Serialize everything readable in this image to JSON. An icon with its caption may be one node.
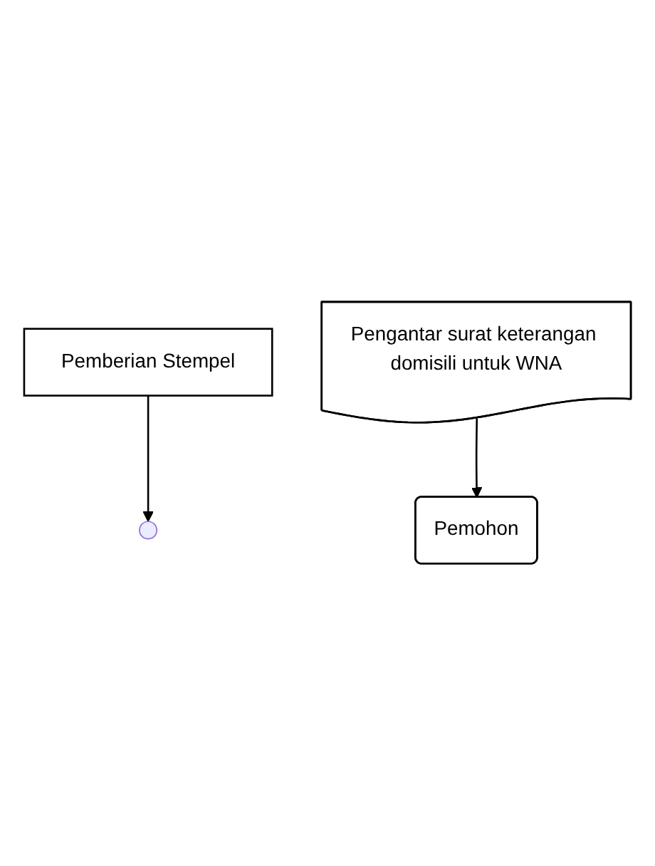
{
  "diagram": {
    "nodes": [
      {
        "text": [
          "Pemberian Stempel"
        ]
      },
      {
        "text": [
          "Pengantar surat keterangan domisili untuk WNA"
        ]
      },
      {
        "text": [
          "Pemohon"
        ]
      }
    ],
    "edges": [
      {
        "from": 0,
        "to": null,
        "arrow": "to"
      },
      {
        "from": 1,
        "to": 2,
        "arrow": "to"
      }
    ]
  }
}
